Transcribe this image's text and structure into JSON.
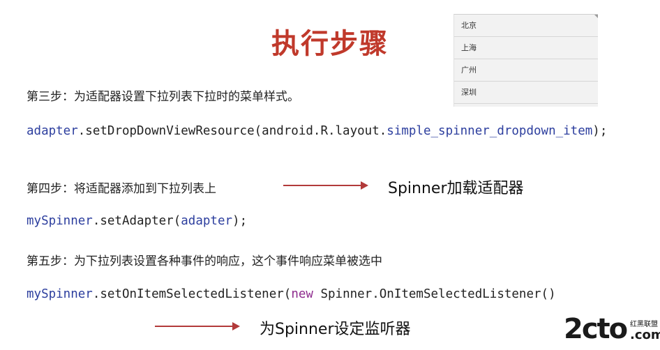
{
  "title": "执行步骤",
  "dropdown": {
    "items": [
      "北京",
      "上海",
      "广州",
      "深圳"
    ]
  },
  "steps": {
    "step3": "第三步：为适配器设置下拉列表下拉时的菜单样式。",
    "step4": "第四步：将适配器添加到下拉列表上",
    "step5": "第五步：为下拉列表设置各种事件的响应，这个事件响应菜单被选中"
  },
  "code": {
    "line1_var": "adapter",
    "line1_mid": ".setDropDownViewResource(android.R.layout.",
    "line1_res": "simple_spinner_dropdown_item",
    "line1_end": ");",
    "line2_var": "mySpinner",
    "line2_mid": ".setAdapter(",
    "line2_arg": "adapter",
    "line2_end": ");",
    "line3_var": "mySpinner",
    "line3_mid": ".setOnItemSelectedListener(",
    "line3_kw": "new",
    "line3_end": " Spinner.OnItemSelectedListener()"
  },
  "notes": {
    "adapter_note": "Spinner加载适配器",
    "listener_note": "为Spinner设定监听器"
  },
  "logo": {
    "main": "2cto",
    "sub": "红黑联盟",
    "com": ".com"
  },
  "colors": {
    "title": "#c0392b",
    "arrow": "#b23a3a",
    "code_var": "#2c3e9e",
    "code_kw": "#8e2c8e"
  }
}
